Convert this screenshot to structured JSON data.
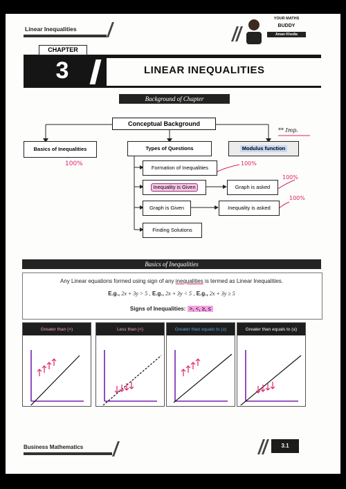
{
  "header": {
    "title": "Linear Inequalities",
    "brand_line1": "YOUR MATHS",
    "brand_line2": "BUDDY",
    "brand_name": "Aman Khedia"
  },
  "chapter": {
    "label": "CHAPTER",
    "number": "3",
    "title": "LINEAR INEQUALITIES"
  },
  "background_bar": "Background of Chapter",
  "diagram": {
    "root": "Conceptual Background",
    "branch_left": "Basics of Inequalities",
    "branch_mid": "Types of Questions",
    "branch_right": "Modulus function",
    "types": [
      "Formation of Inequalities",
      "Inequality is Given",
      "Graph is Given",
      "Finding Solutions"
    ],
    "outputs": [
      "Graph is asked",
      "Inequality is asked"
    ]
  },
  "notes": {
    "imp": "** Imp.",
    "hundred": "100%"
  },
  "basics_bar": "Basics of Inequalities",
  "definition": {
    "pre": "Any Linear equations formed using sign of any ",
    "word": "inequalities",
    "post": " is termed as Linear Inequalities."
  },
  "examples": [
    {
      "label": "E.g.,",
      "expr": "2x + 3y > 5"
    },
    {
      "label": "E.g.,",
      "expr": "2x + 3y < 5"
    },
    {
      "label": "E.g.,",
      "expr": "2x + 3y ≥ 5"
    }
  ],
  "signs": {
    "label": "Signs of Inequalities:",
    "values": ">, <, ≥, ≤"
  },
  "graphs": [
    {
      "title": "Greater than (>)"
    },
    {
      "title": "Less than (<)"
    },
    {
      "title": "Greater than equals to (≥)"
    },
    {
      "title": "Greater than equals to (≤)"
    }
  ],
  "footer": {
    "title": "Business Mathematics",
    "page": "3.1"
  },
  "colors": {
    "accent": "#e0206a",
    "box_highlight": "#f5c6e4",
    "axis": "#7a1fa8"
  }
}
